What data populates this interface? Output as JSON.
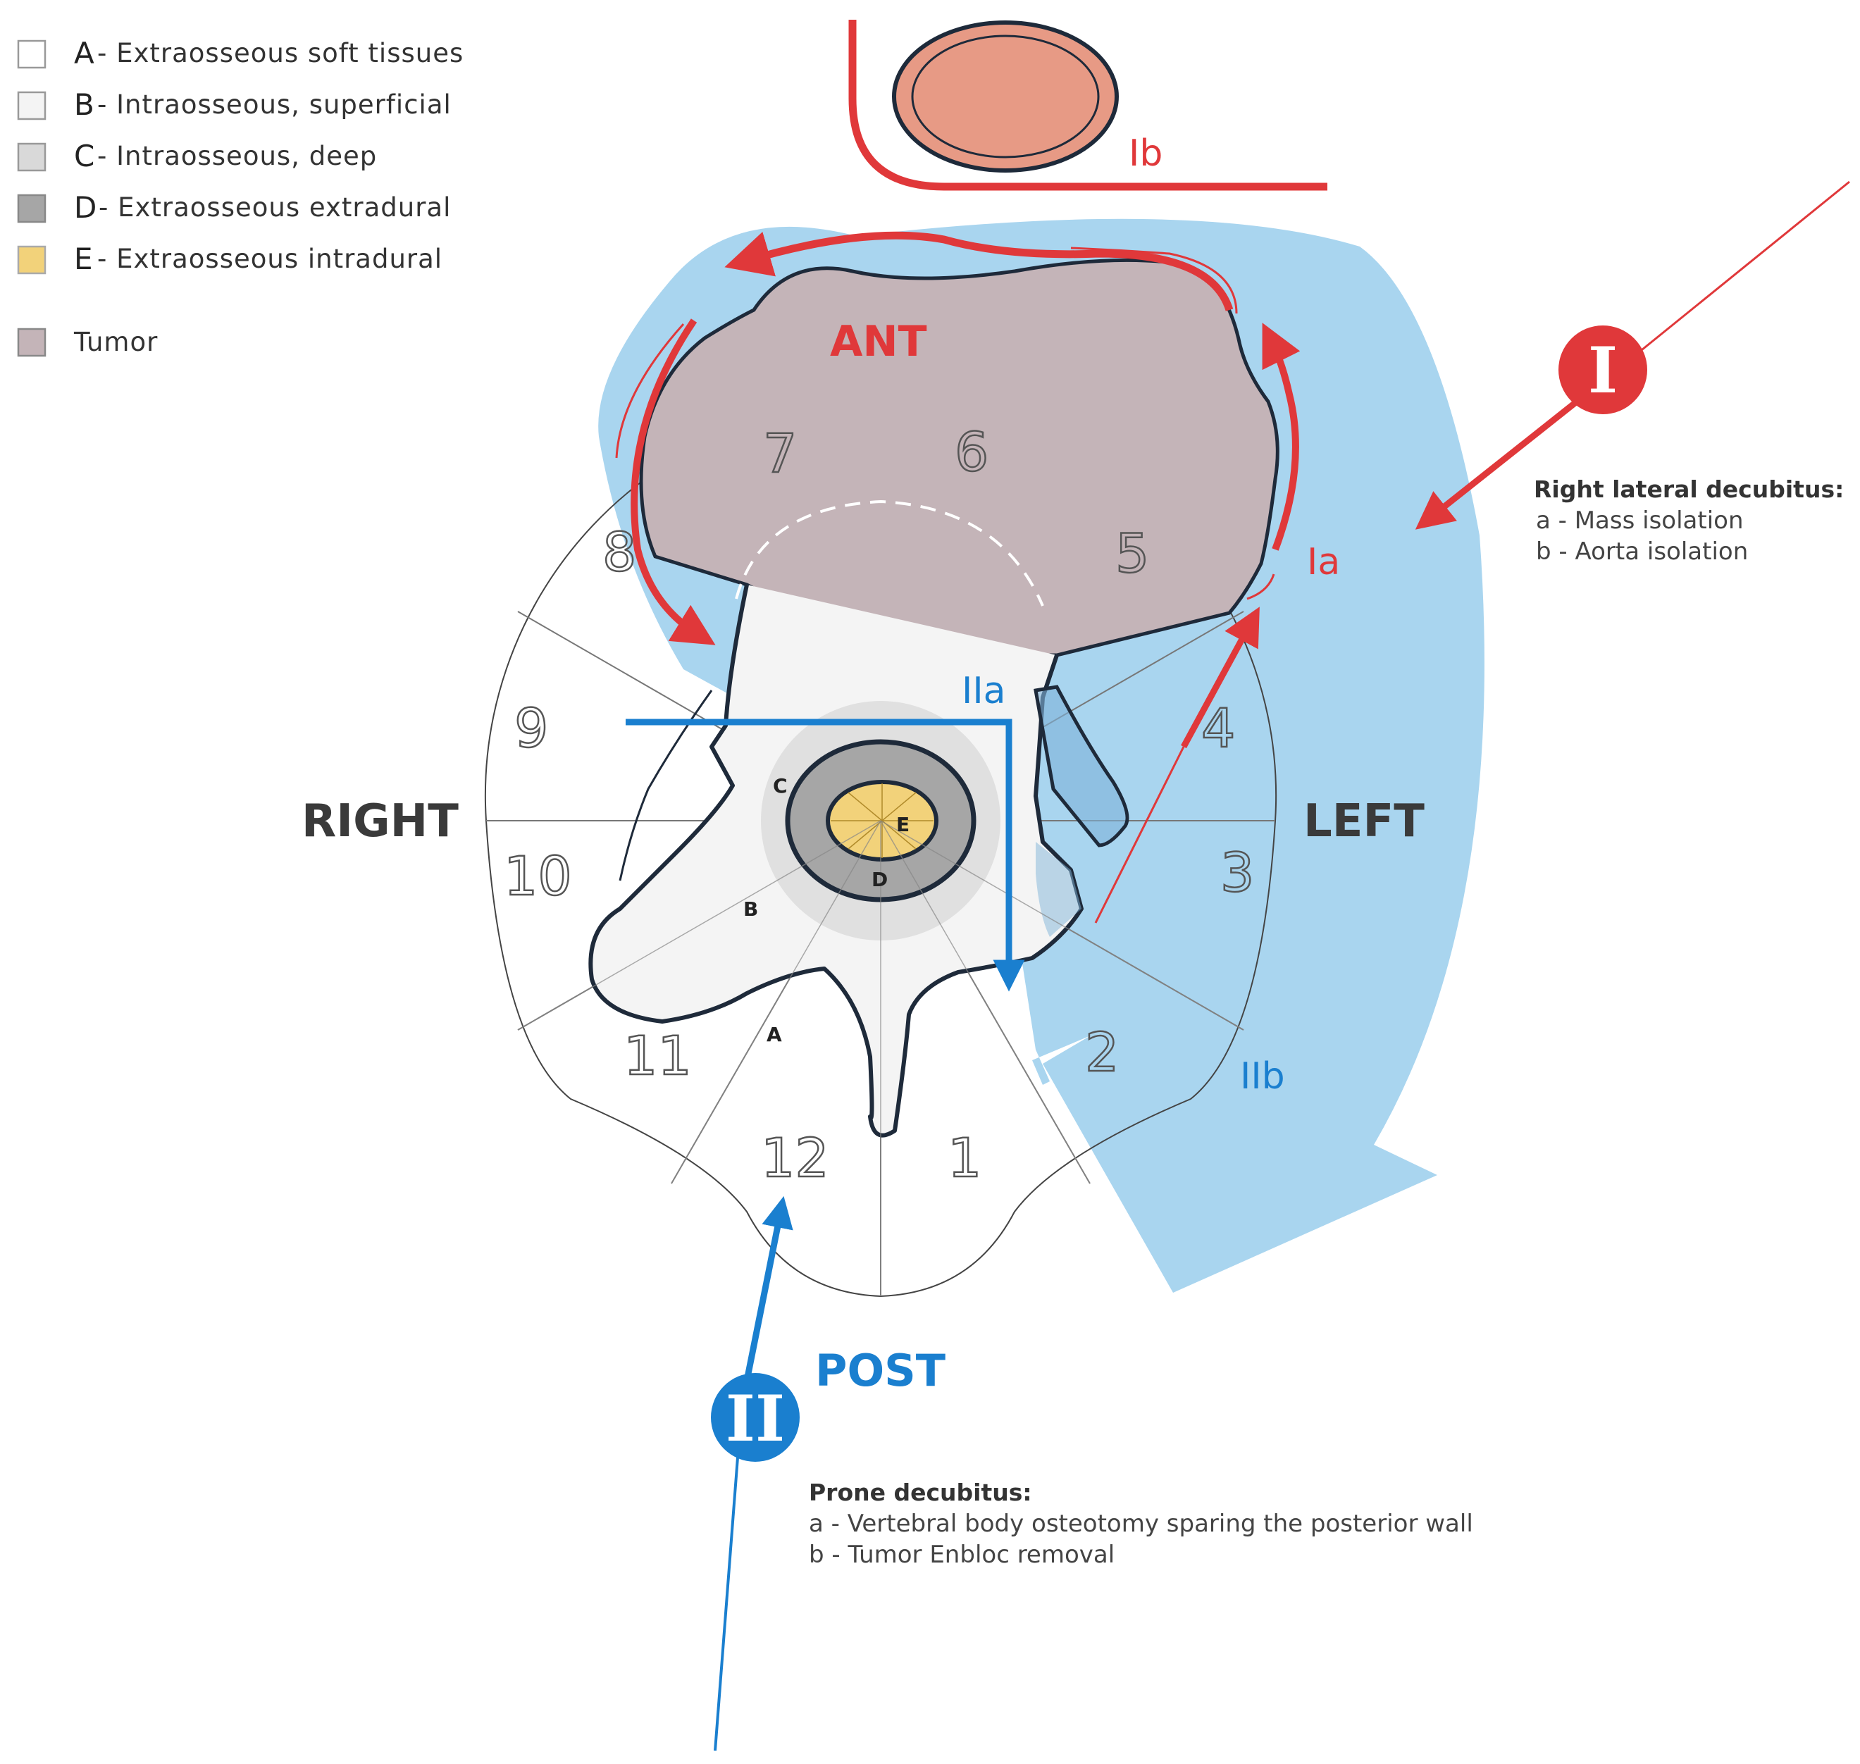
{
  "legend": {
    "items": [
      {
        "letter": "A",
        "text": "- Extraosseous soft tissues",
        "color": "#ffffff"
      },
      {
        "letter": "B",
        "text": "- Intraosseous, superficial",
        "color": "#f4f4f4"
      },
      {
        "letter": "C",
        "text": "- Intraosseous, deep",
        "color": "#d9d9d9"
      },
      {
        "letter": "D",
        "text": "- Extraosseous extradural",
        "color": "#a6a6a6"
      },
      {
        "letter": "E",
        "text": "- Extraosseous intradural",
        "color": "#f2d27a"
      }
    ],
    "tumor": {
      "text": "Tumor",
      "color": "#c4b4b8"
    }
  },
  "directions": {
    "right": "RIGHT",
    "left": "LEFT",
    "ant": "ANT",
    "post": "POST"
  },
  "sectors": [
    "1",
    "2",
    "3",
    "4",
    "5",
    "6",
    "7",
    "8",
    "9",
    "10",
    "11",
    "12"
  ],
  "zones": {
    "a": "A",
    "b": "B",
    "c": "C",
    "d": "D",
    "e": "E"
  },
  "approach_labels": {
    "ib": "Ib",
    "ia": "Ia",
    "iia": "IIa",
    "iib": "IIb"
  },
  "approach1": {
    "numeral": "I",
    "title": "Right lateral decubitus:",
    "lines": [
      "a - Mass isolation",
      "b - Aorta isolation"
    ]
  },
  "approach2": {
    "numeral": "II",
    "title": "Prone decubitus:",
    "lines": [
      "a - Vertebral body osteotomy sparing the posterior wall",
      "b - Tumor Enbloc removal"
    ]
  },
  "colors": {
    "red": "#e0383a",
    "blue": "#1a7fcf",
    "light_blue": "#a9d5ef",
    "tumor": "#c4b4b8",
    "aorta": "#e79a85",
    "outline": "#1e2a3a"
  }
}
